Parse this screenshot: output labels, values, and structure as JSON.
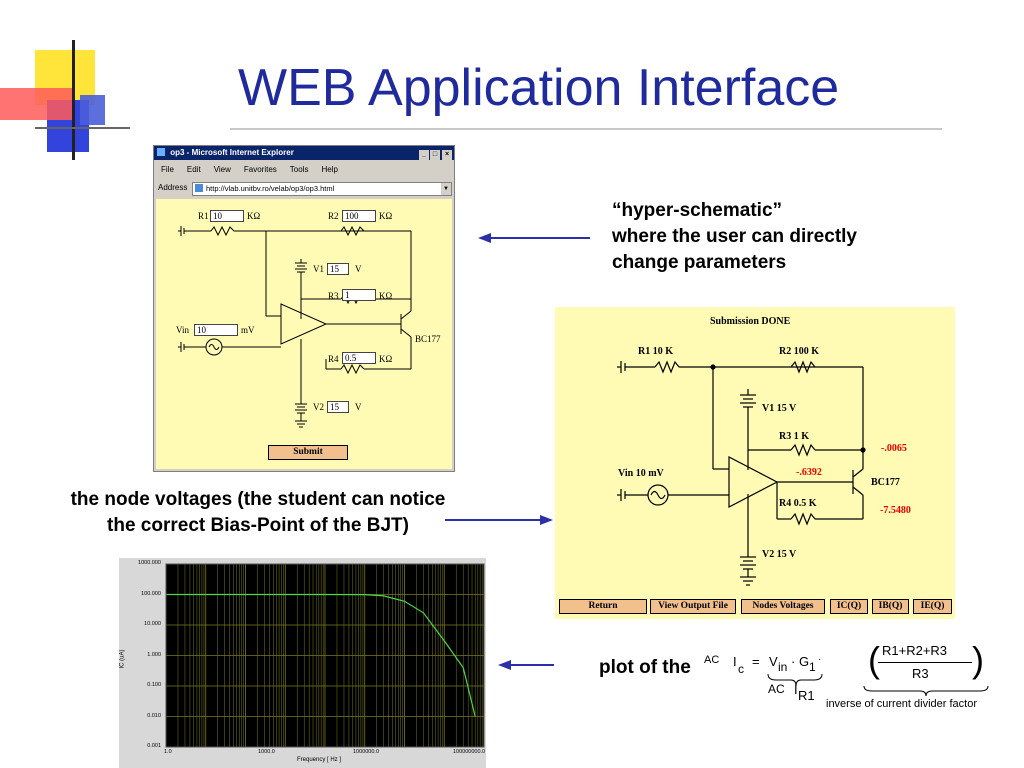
{
  "slide": {
    "title": "WEB Application Interface"
  },
  "callouts": {
    "hyper_line1": "“hyper-schematic”",
    "hyper_line2": "where the user can directly",
    "hyper_line3": "change parameters",
    "node_line1": "the node voltages (the student can notice",
    "node_line2": "the correct Bias-Point of the BJT)",
    "plot_label": "plot of the",
    "formula_ac1": "AC",
    "formula_ic": "I",
    "formula_ic_sub": "c",
    "formula_eq": "=",
    "formula_vin": "V",
    "formula_vin_sub": "in",
    "formula_g": "· G",
    "formula_g_sub": "1",
    "formula_dot": "·",
    "formula_ac2": "AC",
    "formula_ir": "I",
    "formula_ir_sub": "R1",
    "formula_num": "R1+R2+R3",
    "formula_den": "R3",
    "formula_caption": "inverse of current divider factor"
  },
  "browser": {
    "title": "op3 - Microsoft Internet Explorer",
    "menu": [
      "File",
      "Edit",
      "View",
      "Favorites",
      "Tools",
      "Help"
    ],
    "address_label": "Address",
    "address_url": "http://vlab.unitbv.ro/velab/op3/op3.html",
    "win_buttons": [
      "_",
      "□",
      "×"
    ],
    "form": {
      "r1_label": "R1",
      "r1_value": "10",
      "r1_unit": "KΩ",
      "r2_label": "R2",
      "r2_value": "100",
      "r2_unit": "KΩ",
      "v1_label": "V1",
      "v1_value": "15",
      "v1_unit": "V",
      "r3_label": "R3",
      "r3_value": "1",
      "r3_unit": "KΩ",
      "vin_label": "Vin",
      "vin_value": "10",
      "vin_unit": "mV",
      "r4_label": "R4",
      "r4_value": "0.5",
      "r4_unit": "KΩ",
      "v2_label": "V2",
      "v2_value": "15",
      "v2_unit": "V",
      "bjt_label": "BC177",
      "submit": "Submit"
    }
  },
  "result": {
    "status": "Submission DONE",
    "r1": "R1  10 K",
    "r2": "R2   100 K",
    "v1": "V1   15 V",
    "r3": "R3   1 K",
    "vin": "Vin   10 mV",
    "r4": "R4   0.5 K",
    "v2": "V2   15 V",
    "bjt": "BC177",
    "node1": "-.0065",
    "node2": "-.6392",
    "node3": "-7.5480",
    "buttons": [
      "Return",
      "View Output File",
      "Nodes Voltages",
      "IC(Q)",
      "IB(Q)",
      "IE(Q)"
    ]
  },
  "plot": {
    "ylabel": "IC (uA)",
    "xlabel": "Frequency   [ Hz ]",
    "yticks": [
      "1000.000",
      "100.000",
      "10.000",
      "1.000",
      "0.100",
      "0.010",
      "0.001"
    ],
    "xticks": [
      "1.0",
      "1000.0",
      "1000000.0",
      "100000000.0"
    ]
  },
  "colors": {
    "title": "#1f2a9c",
    "arrow": "#2b2fa8",
    "panel_bg": "#fffbb4",
    "button_bg": "#f2c08c",
    "plot_bg": "#000000",
    "grid": "#7a7a1e",
    "curve": "#4cd84c",
    "red_values": "#ee0000"
  },
  "chart_data": {
    "type": "line",
    "xlabel": "Frequency   [ Hz ]",
    "ylabel": "IC (uA)",
    "x_scale": "log",
    "y_scale": "log",
    "xlim": [
      1,
      100000000
    ],
    "ylim": [
      0.001,
      1000
    ],
    "grid": true,
    "series": [
      {
        "x": [
          1,
          10,
          100,
          1000,
          10000,
          100000,
          300000,
          1000000,
          3000000,
          10000000,
          30000000,
          60000000
        ],
        "y": [
          100,
          100,
          100,
          100,
          100,
          99,
          90,
          60,
          25,
          3,
          0.4,
          0.01
        ]
      }
    ]
  }
}
